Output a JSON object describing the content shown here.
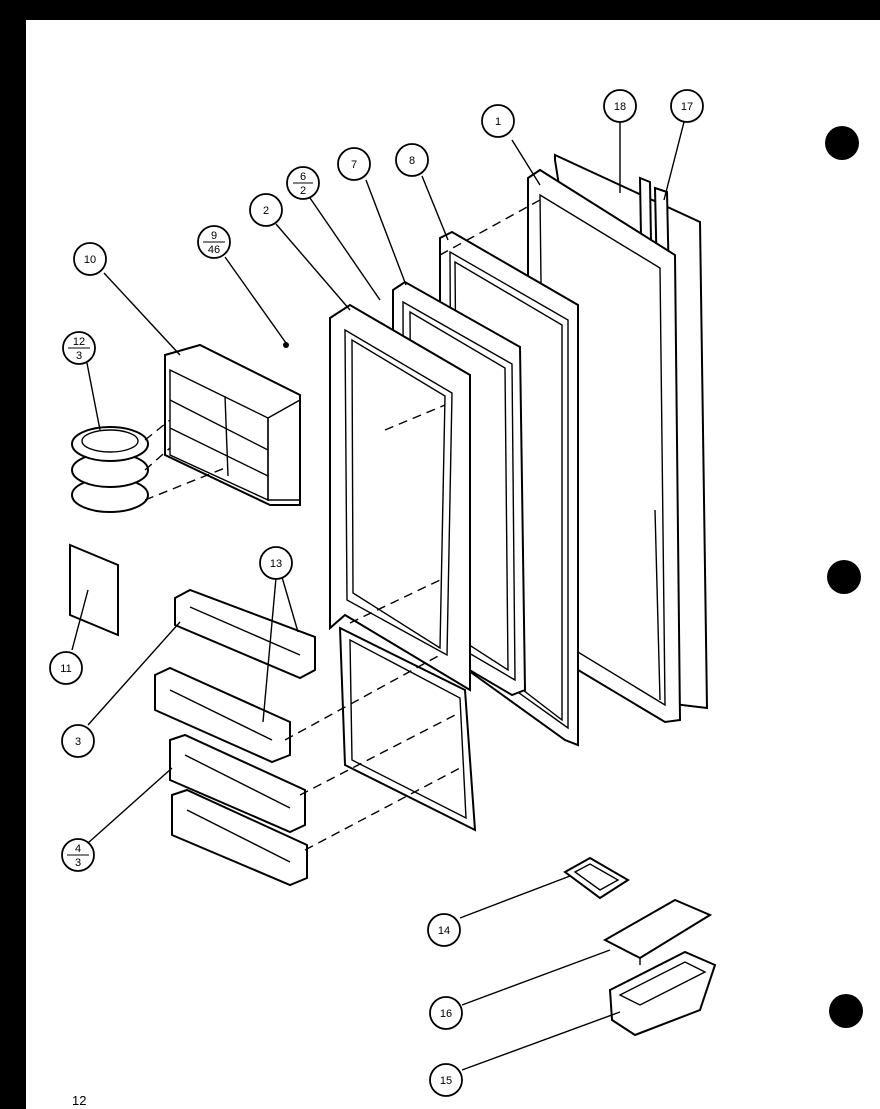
{
  "callouts": {
    "c1": "1",
    "c2": "2",
    "c3": "3",
    "c7": "7",
    "c8": "8",
    "c10": "10",
    "c11": "11",
    "c13": "13",
    "c14": "14",
    "c15": "15",
    "c16": "16",
    "c17": "17",
    "c18": "18"
  },
  "fraction_callouts": {
    "f6_2": {
      "top": "6",
      "bottom": "2"
    },
    "f9_46": {
      "top": "9",
      "bottom": "46"
    },
    "f12_3": {
      "top": "12",
      "bottom": "3"
    },
    "f4_3": {
      "top": "4",
      "bottom": "3"
    }
  },
  "page_number": "12"
}
